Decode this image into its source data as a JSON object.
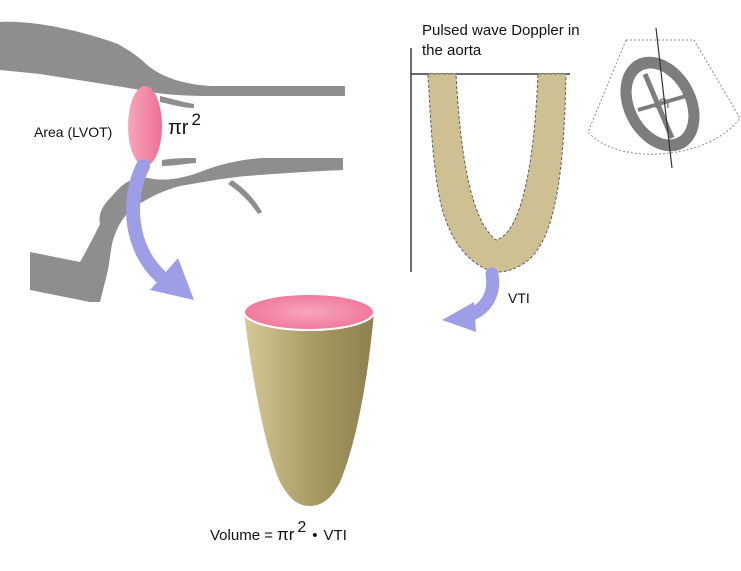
{
  "labels": {
    "area": "Area (LVOT)",
    "pi_r": "πr",
    "pi_r_exp": "2",
    "doppler_line1": "Pulsed wave Doppler in",
    "doppler_line2": "the aorta",
    "vti": "VTI",
    "formula_prefix": "Volume =",
    "formula_pi_r": "πr",
    "formula_exp": "2",
    "formula_dot": "•",
    "formula_suffix": "VTI"
  },
  "colors": {
    "anatomy_gray": "#8e8e8e",
    "lvot_pink": "#f07c9c",
    "cup_rim_pink": "#f5809f",
    "tan": "#cfc094",
    "cup_olive": "#a89a62",
    "arrow_purple": "#9e9ee6",
    "axis_black": "#111111"
  },
  "icons": {
    "heart_echo": "apical-heart-echo-sector-icon"
  }
}
